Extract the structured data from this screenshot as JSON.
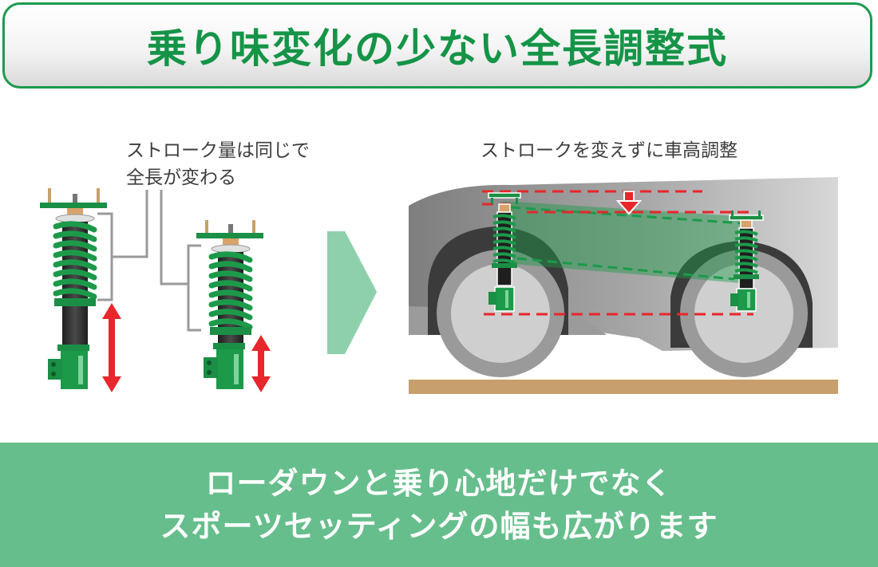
{
  "title": "乗り味変化の少ない全長調整式",
  "left_label": {
    "line1": "ストローク量は同じで",
    "line2": "全長が変わる"
  },
  "right_label": "ストロークを変えずに車高調整",
  "footer": {
    "line1": "ローダウンと乗り心地だけでなく",
    "line2": "スポーツセッティングの幅も広がります"
  },
  "colors": {
    "brand_green": "#159447",
    "spring_green": "#1c9a4a",
    "footer_green": "#66be8c",
    "arrow_red": "#e8262b",
    "ground": "#c79f6d"
  }
}
